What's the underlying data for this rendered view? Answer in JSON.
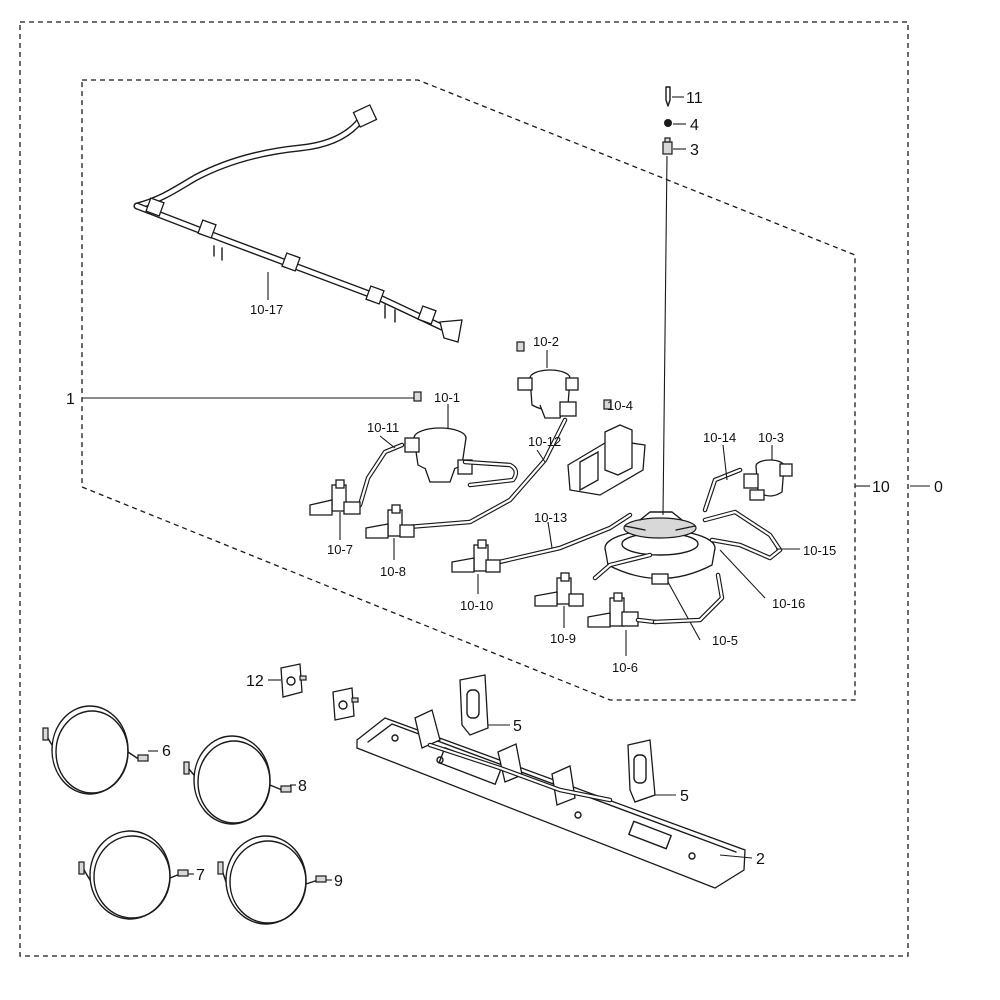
{
  "callouts": {
    "c0": "0",
    "c1": "1",
    "c2": "2",
    "c3": "3",
    "c4": "4",
    "c5a": "5",
    "c5b": "5",
    "c6": "6",
    "c7": "7",
    "c8": "8",
    "c9": "9",
    "c10": "10",
    "c11": "11",
    "c12": "12",
    "c10_1": "10-1",
    "c10_2": "10-2",
    "c10_3": "10-3",
    "c10_4": "10-4",
    "c10_5": "10-5",
    "c10_6": "10-6",
    "c10_7": "10-7",
    "c10_8": "10-8",
    "c10_9": "10-9",
    "c10_10": "10-10",
    "c10_11": "10-11",
    "c10_12": "10-12",
    "c10_13": "10-13",
    "c10_14": "10-14",
    "c10_15": "10-15",
    "c10_16": "10-16",
    "c10_17": "10-17"
  },
  "icons": {
    "manifold": "manifold-tube-icon",
    "burner_base": "burner-base-icon",
    "valve": "gas-valve-icon",
    "wok_burner": "wok-burner-icon",
    "bracket_plate": "bracket-plate-icon",
    "ignition_wire": "ignition-wire-coil-icon",
    "spark_module": "spark-switch-icon"
  }
}
